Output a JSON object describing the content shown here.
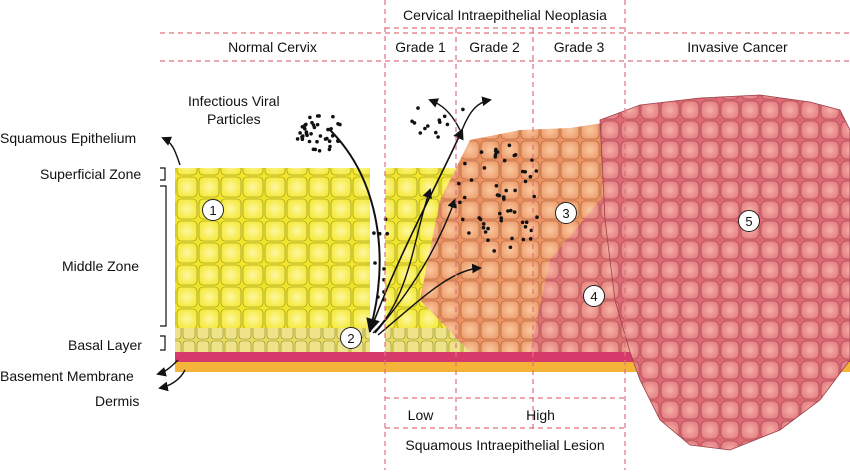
{
  "header": {
    "cin_title": "Cervical Intraepithelial Neoplasia",
    "columns": {
      "normal": "Normal Cervix",
      "grade1": "Grade 1",
      "grade2": "Grade 2",
      "grade3": "Grade 3",
      "invasive": "Invasive Cancer"
    }
  },
  "left_labels": {
    "viral": "Infectious Viral\nParticles",
    "squamous_epithelium": "Squamous Epithelium",
    "superficial_zone": "Superficial Zone",
    "middle_zone": "Middle Zone",
    "basal_layer": "Basal Layer",
    "basement_membrane": "Basement Membrane",
    "dermis": "Dermis"
  },
  "footer": {
    "low": "Low",
    "high": "High",
    "sil_title": "Squamous Intraepithelial Lesion"
  },
  "markers": [
    "1",
    "2",
    "3",
    "4",
    "5"
  ],
  "colors": {
    "divider": "#e0707a",
    "normal_cell": "#f6ee3a",
    "grade_cell": "#f2a97a",
    "cancer_cell": "#e9858c",
    "membrane": "#d63a6a",
    "dermis": "#f4b43a"
  }
}
